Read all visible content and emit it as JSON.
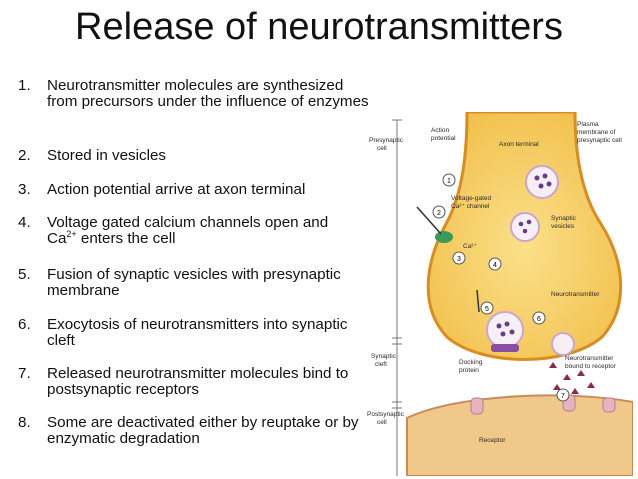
{
  "title": "Release of neurotransmitters",
  "steps": [
    {
      "num": "1.",
      "text": "Neurotransmitter molecules are synthesized from precursors under the influence of enzymes"
    },
    {
      "num": "2.",
      "text": "Stored in vesicles"
    },
    {
      "num": "3.",
      "text": "Action potential arrive at axon terminal"
    },
    {
      "num": "4.",
      "text_a": "Voltage gated calcium channels open and",
      "text_b": "Ca",
      "text_sup": "2+",
      "text_c": " enters the cell"
    },
    {
      "num": "5.",
      "text": "Fusion of synaptic vesicles with presynaptic membrane"
    },
    {
      "num": "6.",
      "text": "Exocytosis of neurotransmitters into synaptic cleft"
    },
    {
      "num": "7.",
      "text": "Released neurotransmitter molecules bind to postsynaptic receptors"
    },
    {
      "num": "8.",
      "text": "Some are deactivated either by reuptake or by enzymatic degradation"
    }
  ],
  "diagram": {
    "labels": {
      "presynaptic": "Presynaptic",
      "cell": "cell",
      "action": "Action",
      "potential": "potential",
      "axon_terminal": "Axon terminal",
      "plasma": "Plasma",
      "membrane_of": "membrane of",
      "presynaptic_cell": "presynaptic cell",
      "voltage_gated": "Voltage-gated",
      "ca_channel": "Ca²⁺ channel",
      "synaptic": "Synaptic",
      "vesicles": "vesicles",
      "ca_ion": "Ca²⁺",
      "neurotransmitter": "Neurotransmitter",
      "synaptic_cleft_1": "Synaptic",
      "synaptic_cleft_2": "cleft",
      "docking": "Docking",
      "protein": "protein",
      "nt_bound_1": "Neurotransmitter",
      "nt_bound_2": "bound to receptor",
      "postsynaptic": "Postsynaptic",
      "post_cell": "cell",
      "receptor": "Receptor"
    },
    "step_markers": [
      "1",
      "2",
      "3",
      "4",
      "5",
      "6",
      "7"
    ],
    "colors": {
      "terminal_fill": "#f2c14e",
      "terminal_edge": "#d98c1f",
      "postsynaptic_fill": "#f0c98a",
      "vesicle_fill": "#f6f0f6",
      "vesicle_dots": "#6b3a8c",
      "marker_fill": "#ffffff",
      "text": "#2a2a2a"
    }
  }
}
